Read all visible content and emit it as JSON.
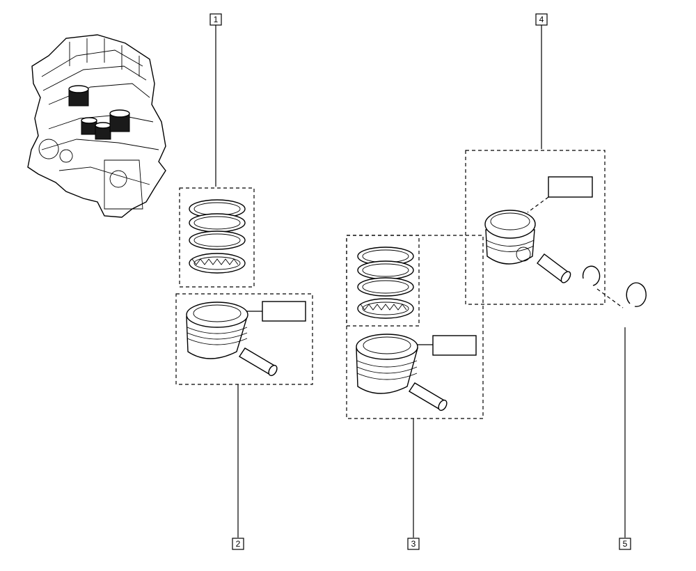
{
  "callouts": [
    {
      "id": "1",
      "label": "1"
    },
    {
      "id": "2",
      "label": "2"
    },
    {
      "id": "3",
      "label": "3"
    },
    {
      "id": "4",
      "label": "4"
    },
    {
      "id": "5",
      "label": "5"
    }
  ],
  "parts": {
    "engine": "engine-block",
    "ring_set": "piston-ring-set",
    "piston": "piston",
    "piston_pin": "piston-pin",
    "circlip": "circlip"
  },
  "colors": {
    "line": "#000000",
    "background": "#ffffff"
  }
}
